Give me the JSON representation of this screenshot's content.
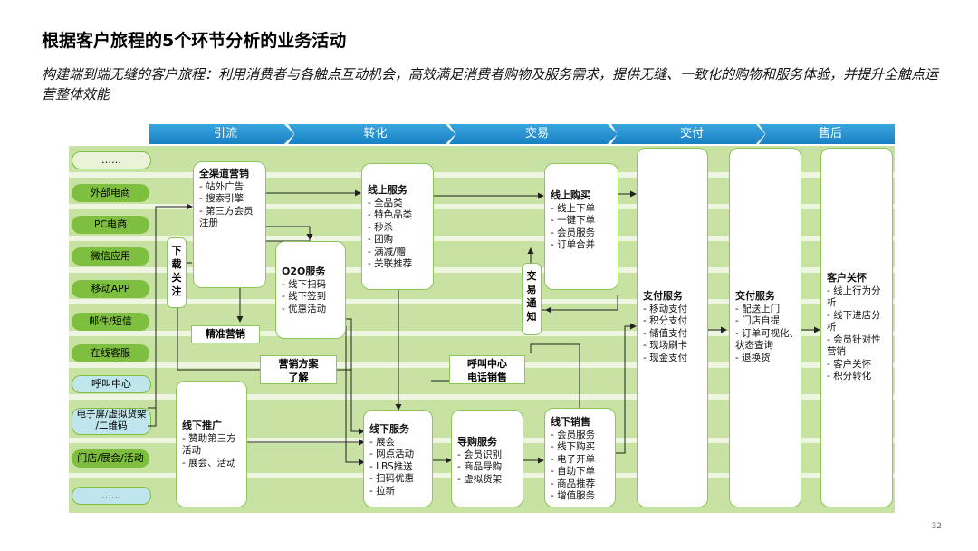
{
  "title": "根据客户旅程的5个环节分析的业务活动",
  "subtitle": "构建端到端无缝的客户旅程：利用消费者与各触点互动机会，高效满足消费者购物及服务需求，提供无缝、一致化的购物和服务体验，并提升全触点运营整体效能",
  "stages": [
    "引流",
    "转化",
    "交易",
    "交付",
    "售后"
  ],
  "channels": [
    "……",
    "外部电商",
    "PC电商",
    "微信应用",
    "移动APP",
    "邮件/短信",
    "在线客服",
    "呼叫中心",
    "电子屏/虚拟货架/二维码",
    "门店/展会/活动",
    "……"
  ],
  "channel_ez": "电子屏/虚拟货架",
  "channel_qr": "/二维码",
  "boxes": {
    "quanqudao": {
      "title": "全渠道营销",
      "items": [
        "- 站外广告",
        "- 搜索引擎",
        "- 第三方会员",
        "  注册"
      ]
    },
    "xianshang_fuwu": {
      "title": "线上服务",
      "items": [
        "- 全品类",
        "- 特色品类",
        "- 秒杀",
        "- 团购",
        "- 满减/赠",
        "- 关联推荐"
      ]
    },
    "o2o": {
      "title": "O2O服务",
      "items": [
        "- 线下扫码",
        "- 线下签到",
        "- 优惠活动"
      ]
    },
    "xianshang_goumai": {
      "title": "线上购买",
      "items": [
        "- 线上下单",
        "- 一键下单",
        "- 会员服务",
        "- 订单合并"
      ]
    },
    "xianxia_tuiguang": {
      "title": "线下推广",
      "items": [
        "- 赞助第三方",
        "  活动",
        "- 展会、活动"
      ]
    },
    "xianxia_fuwu": {
      "title": "线下服务",
      "items": [
        "- 展会",
        "- 网点活动",
        "- LBS推送",
        "- 扫码优惠",
        "- 拉新"
      ]
    },
    "daogou": {
      "title": "导购服务",
      "items": [
        "- 会员识别",
        "- 商品导购",
        "- 虚拟货架"
      ]
    },
    "xianxia_xiaoshou": {
      "title": "线下销售",
      "items": [
        "- 会员服务",
        "- 线下购买",
        "- 电子开单",
        "- 自助下单",
        "- 商品推荐",
        "- 增值服务"
      ]
    },
    "zhifu": {
      "title": "支付服务",
      "items": [
        "- 移动支付",
        "- 积分支付",
        "- 储值支付",
        "- 现场刷卡",
        "- 现金支付"
      ]
    },
    "jiaofu": {
      "title": "交付服务",
      "items": [
        "- 配送上门",
        "- 门店自提",
        "- 订单可视化、",
        "  状态查询",
        "- 退换货"
      ]
    },
    "kehu_guanhuai": {
      "title": "客户关怀",
      "items": [
        "- 线上行为分",
        "  析",
        "- 线下进店分",
        "  析",
        "- 会员针对性",
        "  营销",
        "- 客户关怀",
        "- 积分转化"
      ]
    }
  },
  "labels": {
    "jingzhun": "精准营销",
    "yingxiao_fangan_1": "营销方案",
    "yingxiao_fangan_2": "了解",
    "hujiao_1": "呼叫中心",
    "hujiao_2": "电话销售",
    "xiazai": [
      "下",
      "载",
      "关",
      "注"
    ],
    "jiaoyi_tongzhi": [
      "交",
      "易",
      "通",
      "知"
    ]
  },
  "page_number": "32",
  "colors": {
    "stage_blue": "#1a7fc3",
    "channel_green": "#7fbf3f",
    "panel_green": "#c7e2a3",
    "box_border": "#8fc65a"
  }
}
